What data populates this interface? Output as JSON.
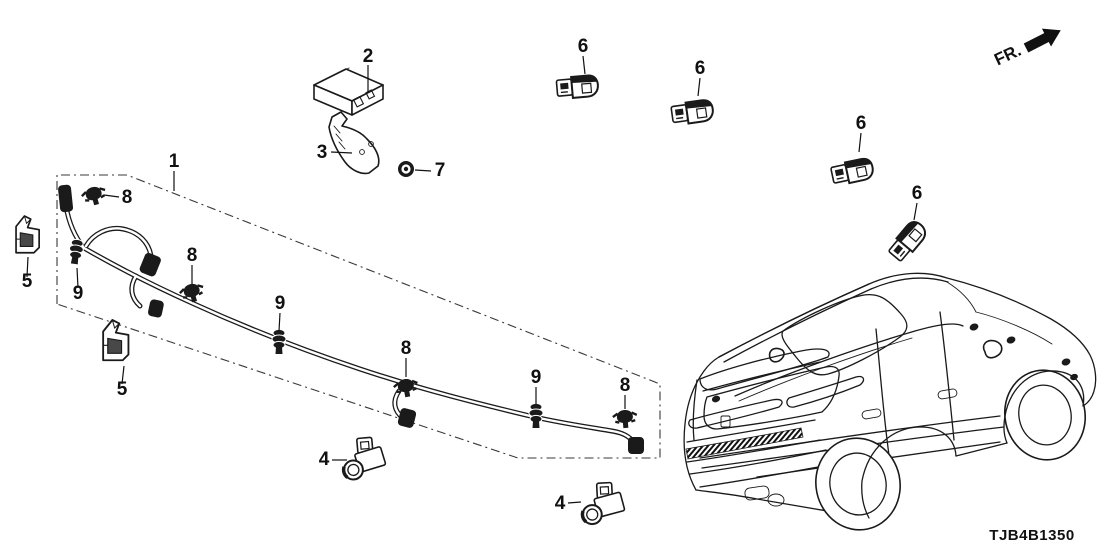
{
  "diagram": {
    "code": "TJB4B1350",
    "direction_label": "FR.",
    "colors": {
      "line": "#1a1a1a",
      "background": "#ffffff"
    },
    "callouts": [
      {
        "part": "1"
      },
      {
        "part": "2"
      },
      {
        "part": "3"
      },
      {
        "part": "7"
      },
      {
        "part": "6"
      },
      {
        "part": "6"
      },
      {
        "part": "6"
      },
      {
        "part": "6"
      },
      {
        "part": "8"
      },
      {
        "part": "8"
      },
      {
        "part": "8"
      },
      {
        "part": "8"
      },
      {
        "part": "9"
      },
      {
        "part": "9"
      },
      {
        "part": "9"
      },
      {
        "part": "5"
      },
      {
        "part": "5"
      },
      {
        "part": "4"
      },
      {
        "part": "4"
      }
    ]
  }
}
